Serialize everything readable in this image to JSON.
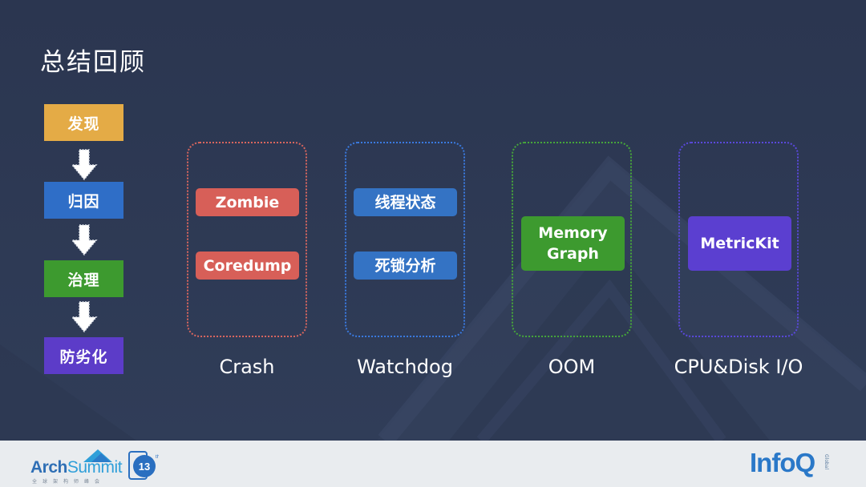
{
  "slide": {
    "title": "总结回顾",
    "flow_steps": [
      {
        "label": "发现",
        "color": "#e4ab46"
      },
      {
        "label": "归因",
        "color": "#2f6ec7"
      },
      {
        "label": "治理",
        "color": "#3d9a2f"
      },
      {
        "label": "防劣化",
        "color": "#5c3cc8"
      }
    ],
    "arrow_icon": "down-arrow-icon",
    "groups": [
      {
        "category": "Crash",
        "border_color": "#d9665e",
        "tags": [
          "Zombie",
          "Coredump"
        ],
        "tag_color": "#d75f58"
      },
      {
        "category": "Watchdog",
        "border_color": "#3a7ae0",
        "tags": [
          "线程状态",
          "死锁分析"
        ],
        "tag_color": "#3473c4"
      },
      {
        "category": "OOM",
        "border_color": "#46a63a",
        "tags": [
          "Memory",
          "Graph"
        ],
        "tag_color": "#3d9a2f"
      },
      {
        "category": "CPU&Disk I/O",
        "border_color": "#5a48dc",
        "tags": [
          "MetricKit"
        ],
        "tag_color": "#5b3fd0"
      }
    ]
  },
  "footer": {
    "archsummit": {
      "arch": "Arch",
      "summit": "Summit",
      "subtitle": "全球架构师峰会"
    },
    "badge": {
      "number": "13",
      "suffix": "th"
    },
    "infoq": {
      "brand": "InfoQ",
      "tag": "Global"
    }
  }
}
